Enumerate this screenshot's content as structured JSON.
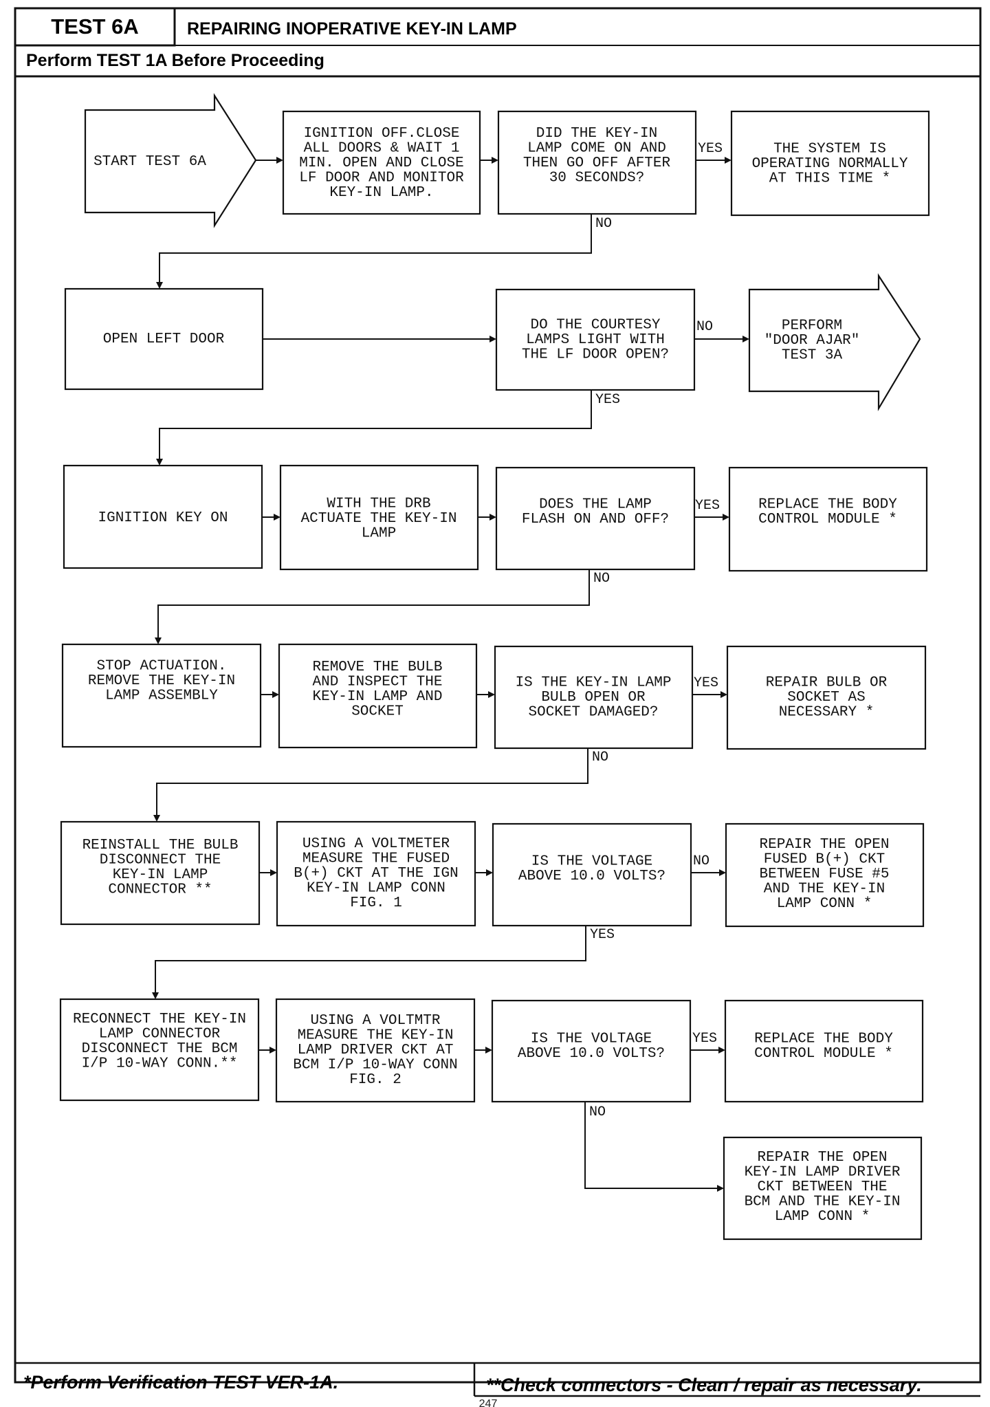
{
  "header": {
    "test_id": "TEST 6A",
    "title": "REPAIRING INOPERATIVE KEY-IN LAMP",
    "prerequisite": "Perform TEST 1A Before Proceeding"
  },
  "nodes": {
    "start": [
      "START TEST 6A"
    ],
    "n1": [
      "IGNITION OFF.CLOSE",
      "ALL DOORS & WAIT 1",
      "MIN. OPEN AND CLOSE",
      "LF DOOR AND MONITOR",
      "KEY-IN LAMP."
    ],
    "d1": [
      "DID THE KEY-IN",
      "LAMP COME ON AND",
      "THEN GO OFF AFTER",
      "30 SECONDS?"
    ],
    "r1": [
      "THE SYSTEM IS",
      "OPERATING NORMALLY",
      "AT THIS TIME *"
    ],
    "n2": [
      "OPEN LEFT DOOR"
    ],
    "d2": [
      "DO THE COURTESY",
      "LAMPS LIGHT WITH",
      "THE LF DOOR OPEN?"
    ],
    "r2": [
      "PERFORM",
      "\"DOOR AJAR\"",
      "TEST 3A"
    ],
    "n3": [
      "IGNITION KEY ON"
    ],
    "n3b": [
      "WITH THE DRB",
      "ACTUATE THE KEY-IN",
      "LAMP"
    ],
    "d3": [
      "DOES THE LAMP",
      "FLASH ON AND OFF?"
    ],
    "r3": [
      "REPLACE THE BODY",
      "CONTROL MODULE *"
    ],
    "n4": [
      "STOP ACTUATION.",
      "REMOVE THE KEY-IN",
      "LAMP ASSEMBLY"
    ],
    "n4b": [
      "REMOVE THE BULB",
      "AND INSPECT THE",
      "KEY-IN LAMP AND",
      "SOCKET"
    ],
    "d4": [
      "IS THE KEY-IN LAMP",
      "BULB OPEN OR",
      "SOCKET DAMAGED?"
    ],
    "r4": [
      "REPAIR BULB OR",
      "SOCKET AS",
      "NECESSARY *"
    ],
    "n5": [
      "REINSTALL THE BULB",
      "DISCONNECT THE",
      "KEY-IN LAMP",
      "CONNECTOR **"
    ],
    "n5b": [
      "USING A VOLTMETER",
      "MEASURE THE FUSED",
      "B(+) CKT AT THE IGN",
      "KEY-IN LAMP CONN",
      "FIG. 1"
    ],
    "d5": [
      "IS THE VOLTAGE",
      "ABOVE 10.0 VOLTS?"
    ],
    "r5": [
      "REPAIR THE OPEN",
      "FUSED B(+) CKT",
      "BETWEEN FUSE #5",
      "AND THE KEY-IN",
      "LAMP CONN *"
    ],
    "n6": [
      "RECONNECT THE KEY-IN",
      "LAMP CONNECTOR",
      "DISCONNECT THE BCM",
      "I/P 10-WAY CONN.**"
    ],
    "n6b": [
      "USING A VOLTMTR",
      "MEASURE THE KEY-IN",
      "LAMP DRIVER CKT AT",
      "BCM I/P 10-WAY CONN",
      "FIG. 2"
    ],
    "d6": [
      "IS THE VOLTAGE",
      "ABOVE 10.0 VOLTS?"
    ],
    "r6": [
      "REPLACE THE BODY",
      "CONTROL MODULE *"
    ],
    "r7": [
      "REPAIR THE OPEN",
      "KEY-IN LAMP DRIVER",
      "CKT BETWEEN THE",
      "BCM AND THE KEY-IN",
      "LAMP CONN *"
    ]
  },
  "labels": {
    "d1_yes": "YES",
    "d1_no": "NO",
    "d2_no": "NO",
    "d2_yes": "YES",
    "d3_yes": "YES",
    "d3_no": "NO",
    "d4_yes": "YES",
    "d4_no": "NO",
    "d5_no": "NO",
    "d5_yes": "YES",
    "d6_yes": "YES",
    "d6_no": "NO"
  },
  "footer": {
    "left": "*Perform Verification TEST VER-1A.",
    "right": "**Check connectors - Clean / repair as necessary."
  },
  "page_number": "247"
}
